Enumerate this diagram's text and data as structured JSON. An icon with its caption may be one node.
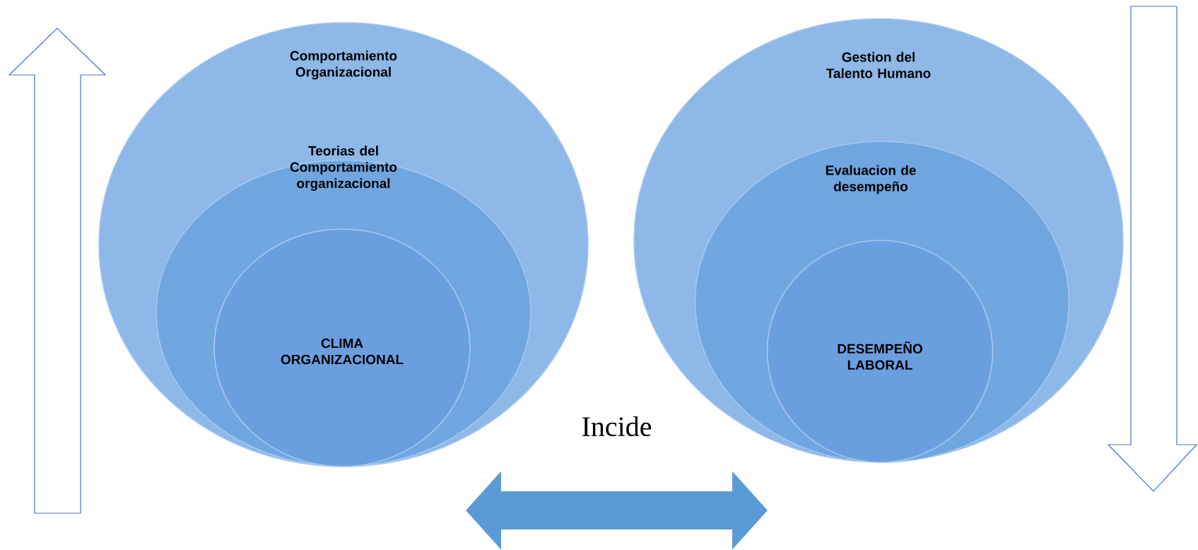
{
  "diagram": {
    "nodes": [
      {
        "text": [
          "Comportamiento Organizacional"
        ]
      },
      {
        "text": [
          "Teorias del Comportamiento organizacional"
        ],
        "in": 0
      },
      {
        "text": [
          "CLIMA ORGANIZACIONAL"
        ],
        "in": 1
      },
      {
        "text": [
          "Gestion del Talento Humano"
        ]
      },
      {
        "text": [
          "Evaluacion de desempeño"
        ],
        "in": 3
      },
      {
        "text": [
          "DESEMPEÑO LABORAL"
        ],
        "in": 4
      }
    ],
    "edges": [
      {
        "from": 0,
        "to": 3,
        "arrow": "both",
        "label": "Incide"
      }
    ]
  }
}
